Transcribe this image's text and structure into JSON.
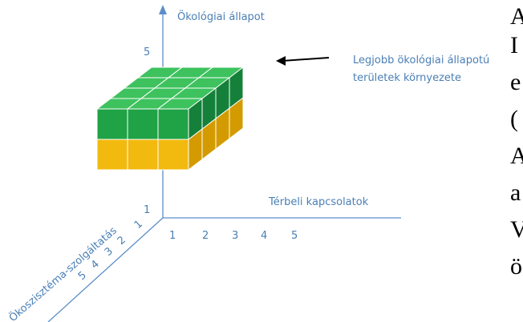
{
  "axes": {
    "y": {
      "label": "Ökológiai állapot",
      "ticks": [
        "5",
        "1"
      ]
    },
    "x": {
      "label": "Térbeli kapcsolatok",
      "ticks": [
        "1",
        "2",
        "3",
        "4",
        "5"
      ]
    },
    "z": {
      "label": "Ökoszisztéma-szolgáltatás",
      "ticks": [
        "1",
        "2",
        "3",
        "4",
        "5"
      ]
    }
  },
  "annotation": {
    "line1": "Legjobb ökológiai állapotú",
    "line2": "területek környezete"
  },
  "cube_colors": {
    "green": "#1fa346",
    "green_top": "#3dc25e",
    "green_side": "#15803a",
    "yellow": "#f2b90f",
    "yellow_top": "#ffd43b",
    "yellow_side": "#d49b00"
  },
  "axis_color": "#5b8ec9",
  "right_column_letters": [
    "A",
    "I",
    "e",
    "(",
    "A",
    "a",
    "V",
    "ö"
  ]
}
